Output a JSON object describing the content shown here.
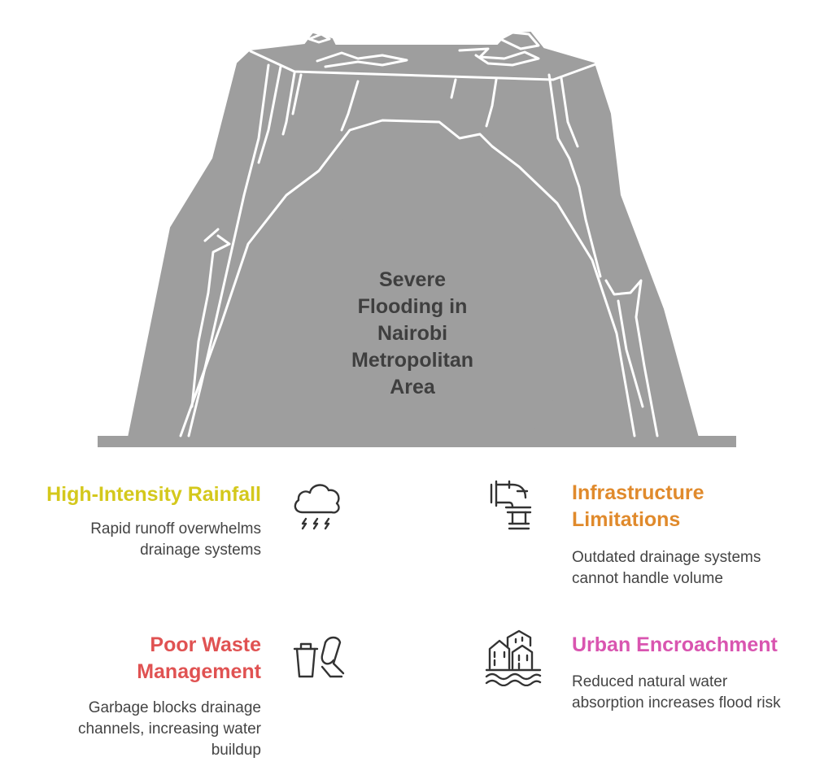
{
  "center": {
    "title": "Severe\nFlooding in\nNairobi\nMetropolitan\nArea"
  },
  "factors": [
    {
      "title": "High-Intensity Rainfall",
      "description": "Rapid runoff overwhelms\ndrainage systems",
      "color": "#d4c81c",
      "icon": "storm-cloud-icon"
    },
    {
      "title": "Infrastructure\nLimitations",
      "description": "Outdated drainage systems\ncannot handle volume",
      "color": "#e08a2c",
      "icon": "pipe-icon"
    },
    {
      "title": "Poor Waste\nManagement",
      "description": "Garbage blocks drainage\nchannels, increasing water\nbuildup",
      "color": "#e05252",
      "icon": "trash-bin-icon"
    },
    {
      "title": "Urban Encroachment",
      "description": "Reduced natural water\nabsorption increases flood risk",
      "color": "#d955b0",
      "icon": "flooded-buildings-icon"
    }
  ],
  "colors": {
    "rock": "#9e9e9e",
    "ground": "#9e9e9e",
    "text": "#3f3f3f"
  }
}
